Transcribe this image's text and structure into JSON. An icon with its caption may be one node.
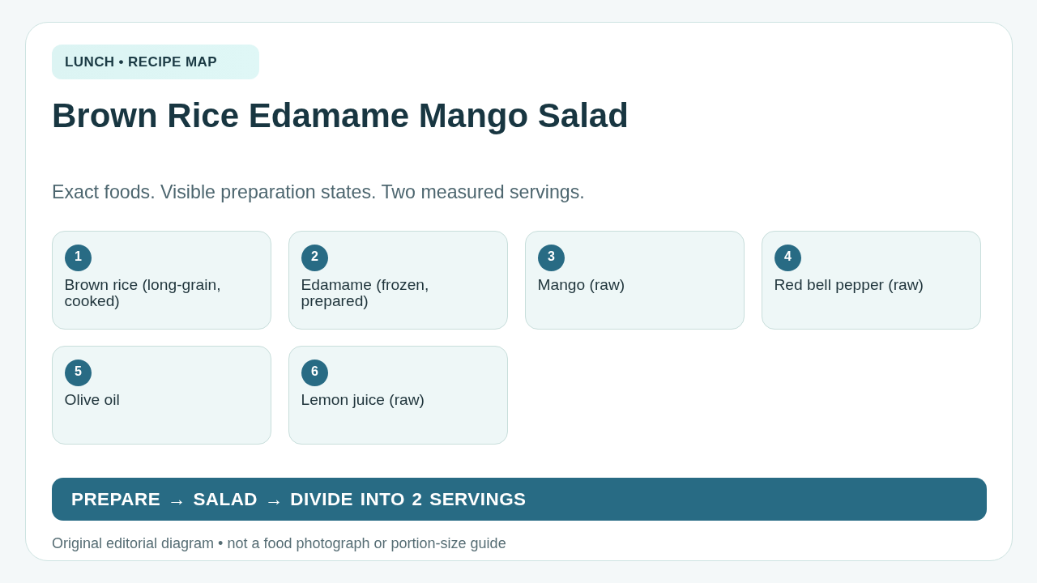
{
  "diagram": {
    "title": "Brown Rice Edamame Mango Salad",
    "caption": "Original editorial diagram • not a food photograph or portion-size guide",
    "nodes": [
      {
        "text": [
          "LUNCH • RECIPE MAP"
        ]
      },
      {
        "text": [
          "Brown rice (long-grain, cooked)"
        ]
      },
      {
        "text": [
          "1"
        ],
        "in": 1
      },
      {
        "text": [
          "Edamame (frozen, prepared)"
        ]
      },
      {
        "text": [
          "2"
        ],
        "in": 3
      },
      {
        "text": [
          "Mango (raw)"
        ]
      },
      {
        "text": [
          "3"
        ],
        "in": 5
      },
      {
        "text": [
          "Red bell pepper (raw)"
        ]
      },
      {
        "text": [
          "4"
        ],
        "in": 7
      },
      {
        "text": [
          "Olive oil"
        ]
      },
      {
        "text": [
          "5"
        ],
        "in": 9
      },
      {
        "text": [
          "Lemon juice (raw)"
        ]
      },
      {
        "text": [
          "6"
        ],
        "in": 11
      },
      {
        "text": [
          "PREPARE → SALAD → DIVIDE INTO 2 SERVINGS"
        ]
      }
    ],
    "labels": [
      "Exact foods. Visible preparation states. Two measured servings."
    ]
  }
}
